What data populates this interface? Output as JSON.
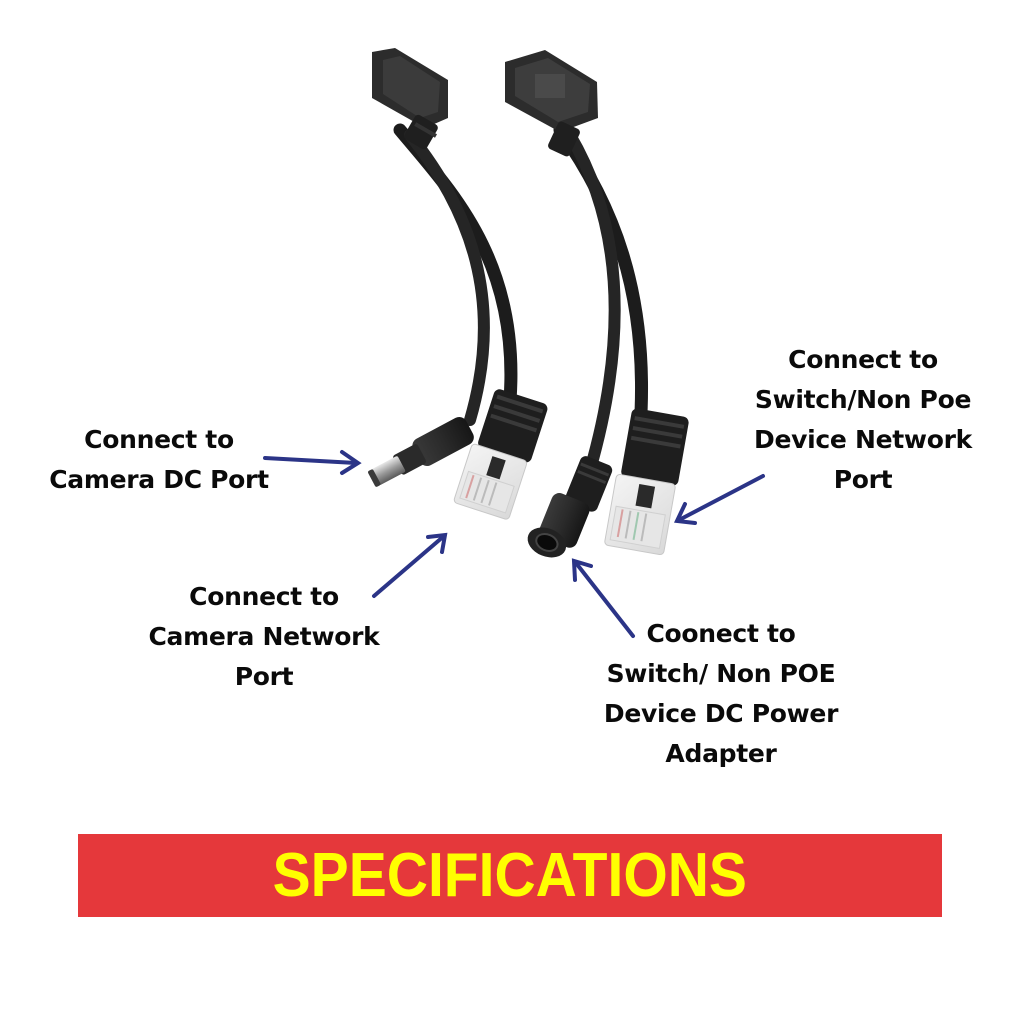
{
  "annotations": {
    "camera_dc_port": [
      "Connect to",
      "Camera DC Port"
    ],
    "camera_network_port": [
      "Connect to",
      "Camera Network",
      "Port"
    ],
    "switch_network_port": [
      "Connect to",
      "Switch/Non Poe",
      "Device Network",
      "Port"
    ],
    "switch_dc_power": [
      "Coonect to",
      "Switch/ Non POE",
      "Device DC Power",
      "Adapter"
    ]
  },
  "banner": {
    "title": "SPECIFICATIONS",
    "background_color": "#e5383b",
    "text_color": "#ffff00"
  },
  "colors": {
    "arrow": "#2b3487",
    "cable": "#1c1c1c"
  }
}
